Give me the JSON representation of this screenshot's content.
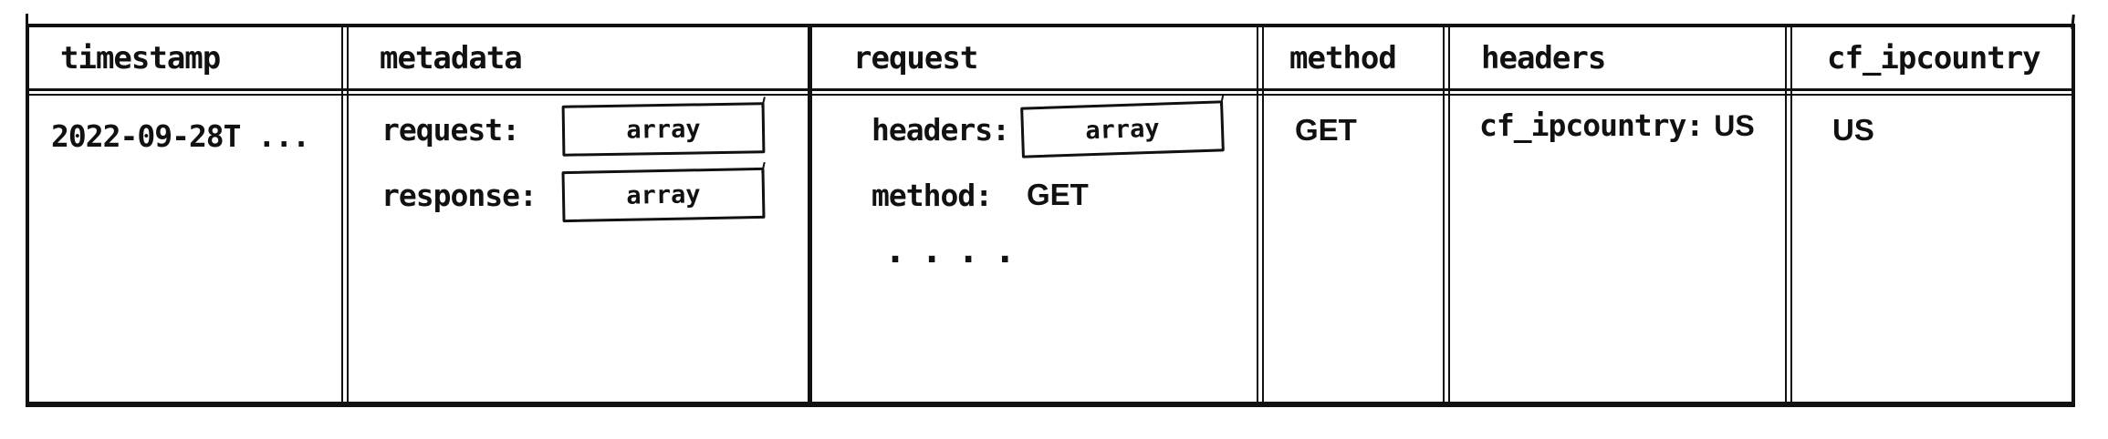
{
  "colors": {
    "ink": "#111111",
    "paper": "#ffffff"
  },
  "table": {
    "headers": [
      "timestamp",
      "metadata",
      "request",
      "method",
      "headers",
      "cf_ipcountry"
    ],
    "row": {
      "timestamp": "2022-09-28T ...",
      "metadata": {
        "fields": [
          {
            "key": "request:",
            "value": "array",
            "display": "box"
          },
          {
            "key": "response:",
            "value": "array",
            "display": "box"
          }
        ]
      },
      "request": {
        "fields": [
          {
            "key": "headers:",
            "value": "array",
            "display": "box"
          },
          {
            "key": "method:",
            "value": "GET",
            "display": "text"
          }
        ],
        "more_indicator": "...."
      },
      "method": "GET",
      "headers": {
        "key": "cf_ipcountry:",
        "value": "US"
      },
      "cf_ipcountry": "US"
    }
  }
}
